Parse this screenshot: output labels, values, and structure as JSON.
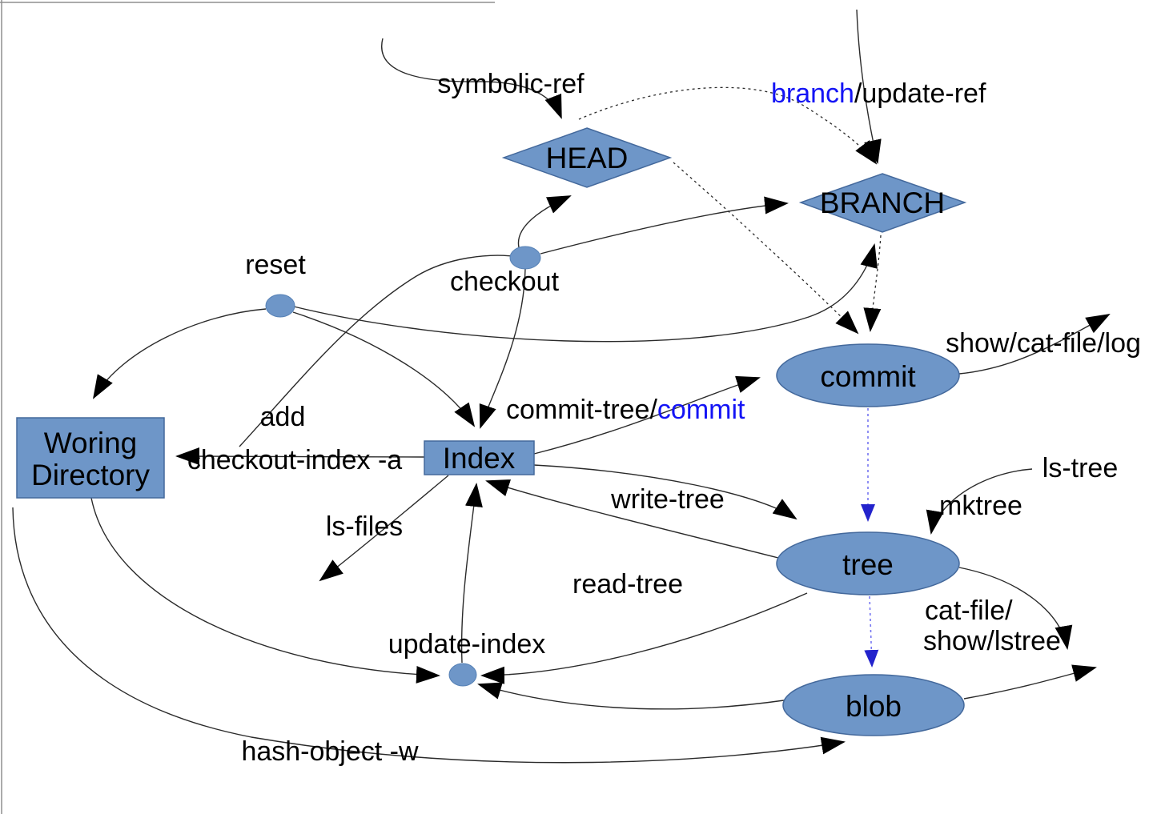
{
  "colors": {
    "node_fill": "#6e96c8",
    "node_stroke": "#44699c",
    "blue_label": "#1414f5",
    "blue_arrow": "#2323cc",
    "blue_dashed_edge": "#7575f2",
    "edge": "#2a2a2a"
  },
  "nodes": {
    "working_directory": {
      "line1": "Woring",
      "line2": "Directory"
    },
    "index": "Index",
    "head": "HEAD",
    "branch": "BRANCH",
    "commit": "commit",
    "tree": "tree",
    "blob": "blob"
  },
  "labels": {
    "symbolic_ref": "symbolic-ref",
    "branch_update_ref": {
      "blue": "branch",
      "black": "/update-ref"
    },
    "reset": "reset",
    "checkout": "checkout",
    "add": "add",
    "show_cat_file_log": "show/cat-file/log",
    "commit_tree_commit": {
      "black": "commit-tree/",
      "blue": "commit"
    },
    "checkout_index_a": "checkout-index -a",
    "write_tree": "write-tree",
    "ls_files": "ls-files",
    "read_tree": "read-tree",
    "ls_tree": "ls-tree",
    "mktree": "mktree",
    "update_index": "update-index",
    "cat_file_show_lstree": {
      "line1": "cat-file/",
      "line2": "show/lstree"
    },
    "hash_object_w": "hash-object -w"
  }
}
